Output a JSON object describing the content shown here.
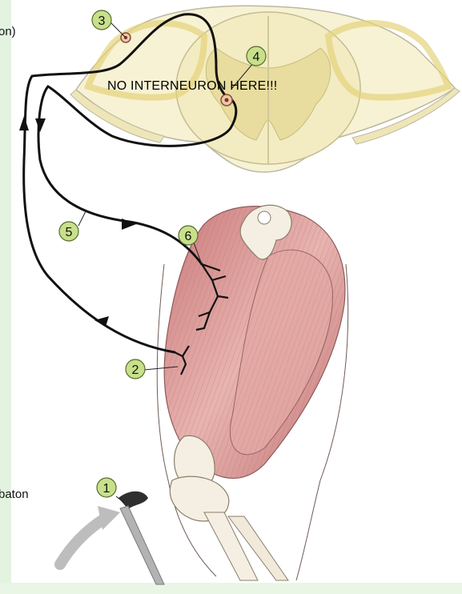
{
  "labels": {
    "left_top_fragment": "on)",
    "left_bottom_fragment": "baton",
    "annotation": "NO INTERNEURON HERE!!!"
  },
  "markers": [
    "1",
    "2",
    "3",
    "4",
    "5",
    "6"
  ],
  "colors": {
    "marker_fill": "#c8e08a",
    "spinal_cord": "#f6f1cf",
    "gray_matter": "#ece3a8",
    "muscle": "#d99a98",
    "bone": "#f5efe3",
    "nerve": "#111111",
    "hammer_head": "#333333",
    "hammer_handle": "#b7b7b7",
    "motion_arrow": "#b9b9b9",
    "panel_green": "#e3f3e0"
  }
}
